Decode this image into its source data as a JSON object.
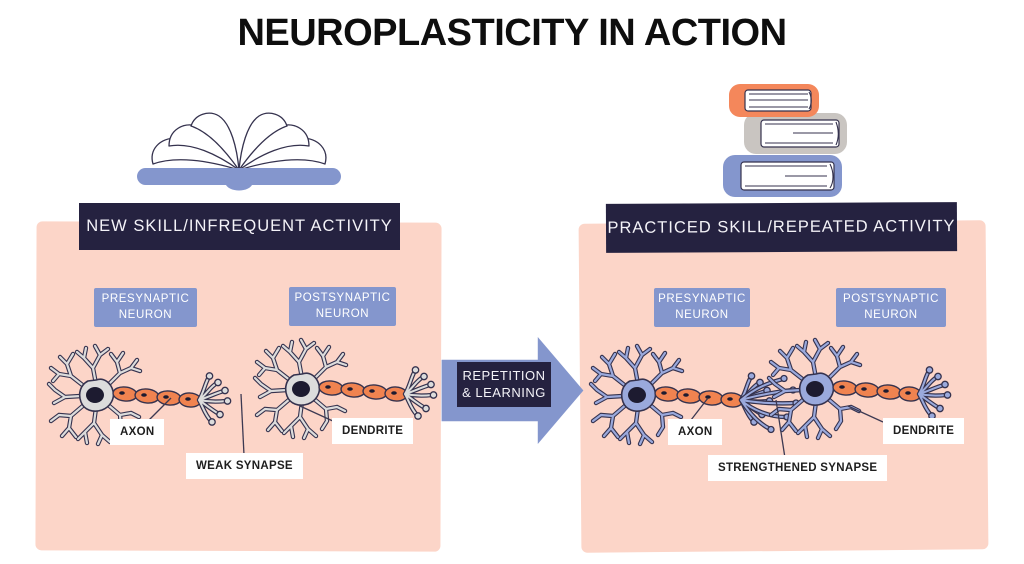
{
  "title": "NEUROPLASTICITY IN ACTION",
  "colors": {
    "navy": "#252240",
    "ink": "#35324e",
    "periwinkle": "#8496cd",
    "pink": "#fcd5c8",
    "orange": "#f08350",
    "book-orange": "#f4875b",
    "book-gray": "#c9c5c1",
    "neuron-gray": "#dcdcdc",
    "neuron-blue": "#9aa9dc"
  },
  "arrow": {
    "label_line1": "REPETITION",
    "label_line2": "& LEARNING"
  },
  "left_panel": {
    "icon": "open-book-icon",
    "header": "NEW SKILL/INFREQUENT ACTIVITY",
    "presynaptic": "PRESYNAPTIC NEURON",
    "postsynaptic": "POSTSYNAPTIC NEURON",
    "axon": "AXON",
    "synapse": "WEAK SYNAPSE",
    "dendrite": "DENDRITE"
  },
  "right_panel": {
    "icon": "book-stack-icon",
    "header": "PRACTICED SKILL/REPEATED ACTIVITY",
    "presynaptic": "PRESYNAPTIC NEURON",
    "postsynaptic": "POSTSYNAPTIC NEURON",
    "axon": "AXON",
    "synapse": "STRENGTHENED SYNAPSE",
    "dendrite": "DENDRITE"
  }
}
